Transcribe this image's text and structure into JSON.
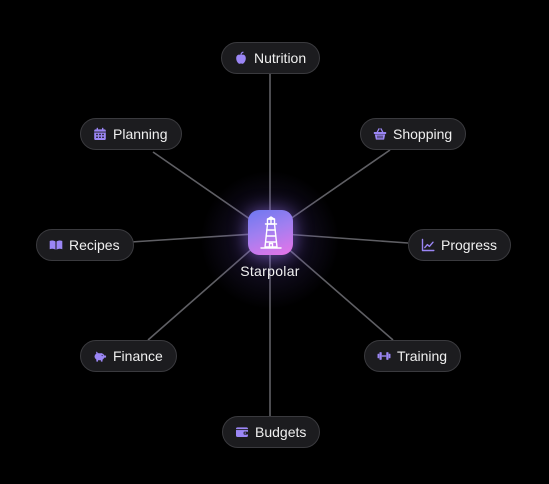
{
  "accent_color": "#9b86f5",
  "hub": {
    "label": "Starpolar",
    "icon": "lighthouse-icon"
  },
  "nodes": [
    {
      "key": "nutrition",
      "label": "Nutrition",
      "icon": "apple-icon"
    },
    {
      "key": "shopping",
      "label": "Shopping",
      "icon": "basket-icon"
    },
    {
      "key": "progress",
      "label": "Progress",
      "icon": "line-chart-icon"
    },
    {
      "key": "training",
      "label": "Training",
      "icon": "dumbbell-icon"
    },
    {
      "key": "budgets",
      "label": "Budgets",
      "icon": "wallet-icon"
    },
    {
      "key": "finance",
      "label": "Finance",
      "icon": "piggy-bank-icon"
    },
    {
      "key": "recipes",
      "label": "Recipes",
      "icon": "book-icon"
    },
    {
      "key": "planning",
      "label": "Planning",
      "icon": "calendar-icon"
    }
  ]
}
